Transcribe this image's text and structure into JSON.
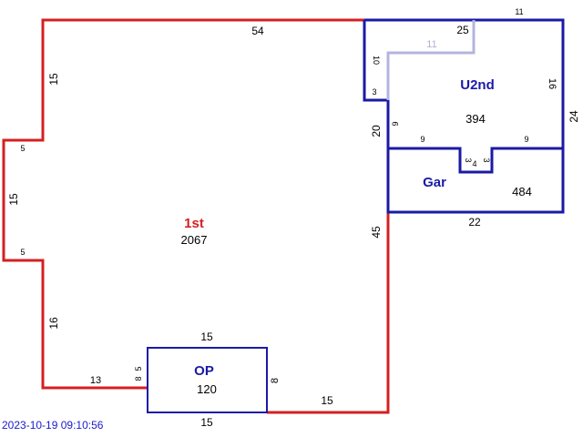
{
  "colors": {
    "first_floor": "#d42020",
    "blue_areas": "#1a1aa6",
    "upper_hidden": "#b4b4e0"
  },
  "areas": {
    "first": {
      "name": "1st",
      "value": "2067"
    },
    "upper": {
      "name": "U2nd",
      "value": "394"
    },
    "garage": {
      "name": "Gar",
      "value": "484"
    },
    "porch": {
      "name": "OP",
      "value": "120"
    }
  },
  "dimensions": {
    "top_54": "54",
    "left_15_upper": "15",
    "left_5_a": "5",
    "left_15_mid": "15",
    "left_5_b": "5",
    "left_16": "16",
    "bottom_13": "13",
    "op_left_5": "5",
    "op_left_8": "8",
    "op_top_15": "15",
    "op_right_8": "8",
    "op_bottom_15": "15",
    "bottom_15": "15",
    "right_45": "45",
    "right_20": "20",
    "u_top_25": "25",
    "u_top_11": "11",
    "u_inner_11": "11",
    "u_left_10": "10",
    "u_step_3": "3",
    "u_left_9": "9",
    "u_right_16": "16",
    "right_24": "24",
    "gar_9_left": "9",
    "gar_9_right": "9",
    "gar_notch_3a": "3",
    "gar_notch_4": "4",
    "gar_notch_3b": "3",
    "gar_bottom_22": "22"
  },
  "timestamp": "2023-10-19 09:10:56"
}
